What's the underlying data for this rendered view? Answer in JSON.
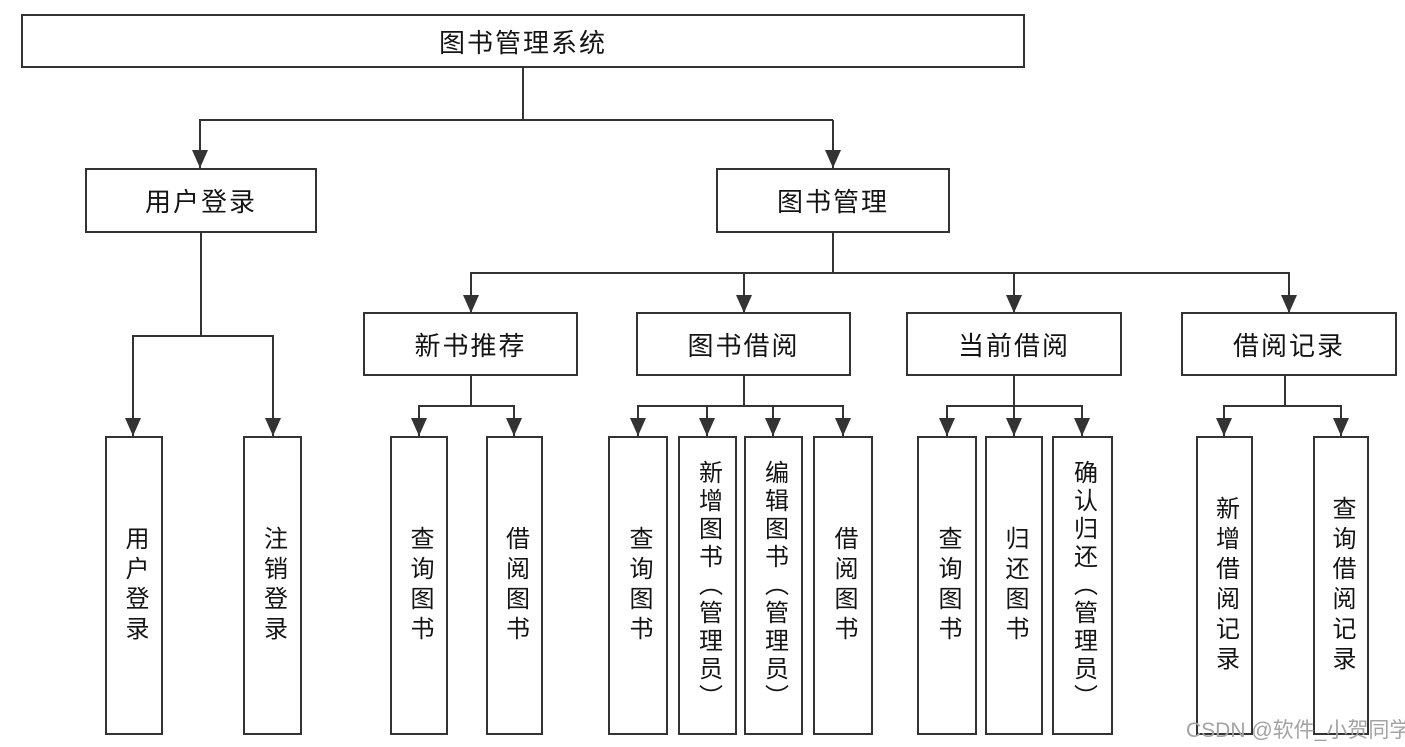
{
  "nodes": {
    "root": {
      "label": "图书管理系统"
    },
    "branches": [
      {
        "label": "用户登录"
      },
      {
        "label": "图书管理"
      }
    ],
    "modules": [
      {
        "label": "新书推荐"
      },
      {
        "label": "图书借阅"
      },
      {
        "label": "当前借阅"
      },
      {
        "label": "借阅记录"
      }
    ],
    "leaves": {
      "login": [
        "用户登录",
        "注销登录"
      ],
      "new_books": [
        "查询图书",
        "借阅图书"
      ],
      "borrow": [
        "查询图书",
        "新增图书（管理员）",
        "编辑图书（管理员）",
        "借阅图书"
      ],
      "current": [
        "查询图书",
        "归还图书",
        "确认归还（管理员）"
      ],
      "records": [
        "新增借阅记录",
        "查询借阅记录"
      ]
    }
  },
  "watermark": "CSDN @软件_小贺同学",
  "colors": {
    "line": "#333333",
    "box_border": "#333333",
    "box_background": "#ffffff",
    "text": "#141414",
    "watermark": "#a3a3a3",
    "page_background": "#ffffff"
  }
}
